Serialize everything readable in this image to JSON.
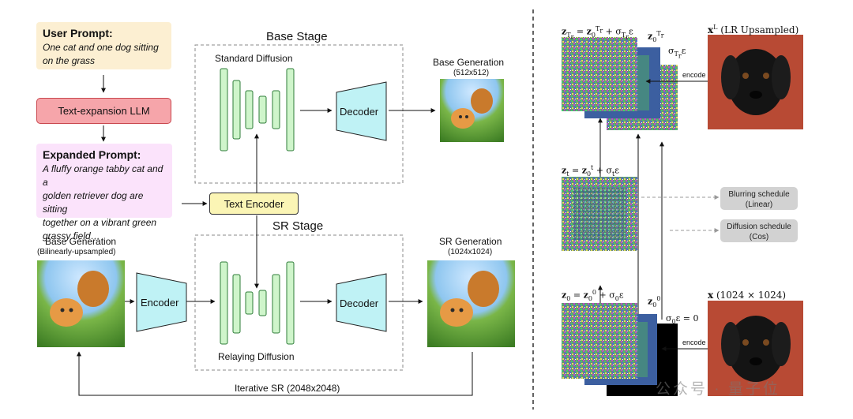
{
  "pipeline": {
    "user_prompt": {
      "title": "User Prompt:",
      "line1": "One cat and one dog sitting",
      "line2": "on the grass"
    },
    "llm_label": "Text-expansion LLM",
    "expanded_prompt": {
      "title": "Expanded Prompt:",
      "line1": "A fluffy orange tabby cat and a",
      "line2": "golden retriever dog are sitting",
      "line3": "together on a vibrant green",
      "line4": "grassy field…"
    },
    "text_encoder_label": "Text Encoder",
    "base_stage": {
      "title": "Base Stage",
      "diffusion_label": "Standard Diffusion",
      "decoder_label": "Decoder",
      "output_label": "Base Generation",
      "output_size": "(512x512)"
    },
    "sr_stage": {
      "title": "SR Stage",
      "input_label": "Base Generation",
      "input_sublabel": "(Bilinearly-upsampled)",
      "encoder_label": "Encoder",
      "diffusion_label": "Relaying Diffusion",
      "decoder_label": "Decoder",
      "output_label": "SR Generation",
      "output_size": "(1024x1024)"
    },
    "loop_label": "Iterative SR (2048x2048)"
  },
  "relay": {
    "top_image_caption": "(LR Upsampled)",
    "encode_label": "encode",
    "bottom_image_caption": "(1024 × 1024)",
    "blur_schedule": {
      "line1": "Blurring schedule",
      "line2": "(Linear)"
    },
    "diffusion_schedule": {
      "line1": "Diffusion schedule",
      "line2": "(Cos)"
    }
  },
  "watermark": "公众号 · 量子位",
  "colors": {
    "user_prompt_bg": "#fcefd2",
    "llm_bg": "#f6a5aa",
    "llm_border": "#c9484f",
    "expanded_prompt_bg": "#fbe3fb",
    "text_encoder_bg": "#fbf5b5",
    "unet_bar_fill": "#cff5cb",
    "unet_bar_stroke": "#2f7d3a",
    "codec_fill": "#bff2f5",
    "codec_stroke": "#222222",
    "schedule_bg": "#d2d2d2",
    "dog_bg": "#b84a34"
  }
}
